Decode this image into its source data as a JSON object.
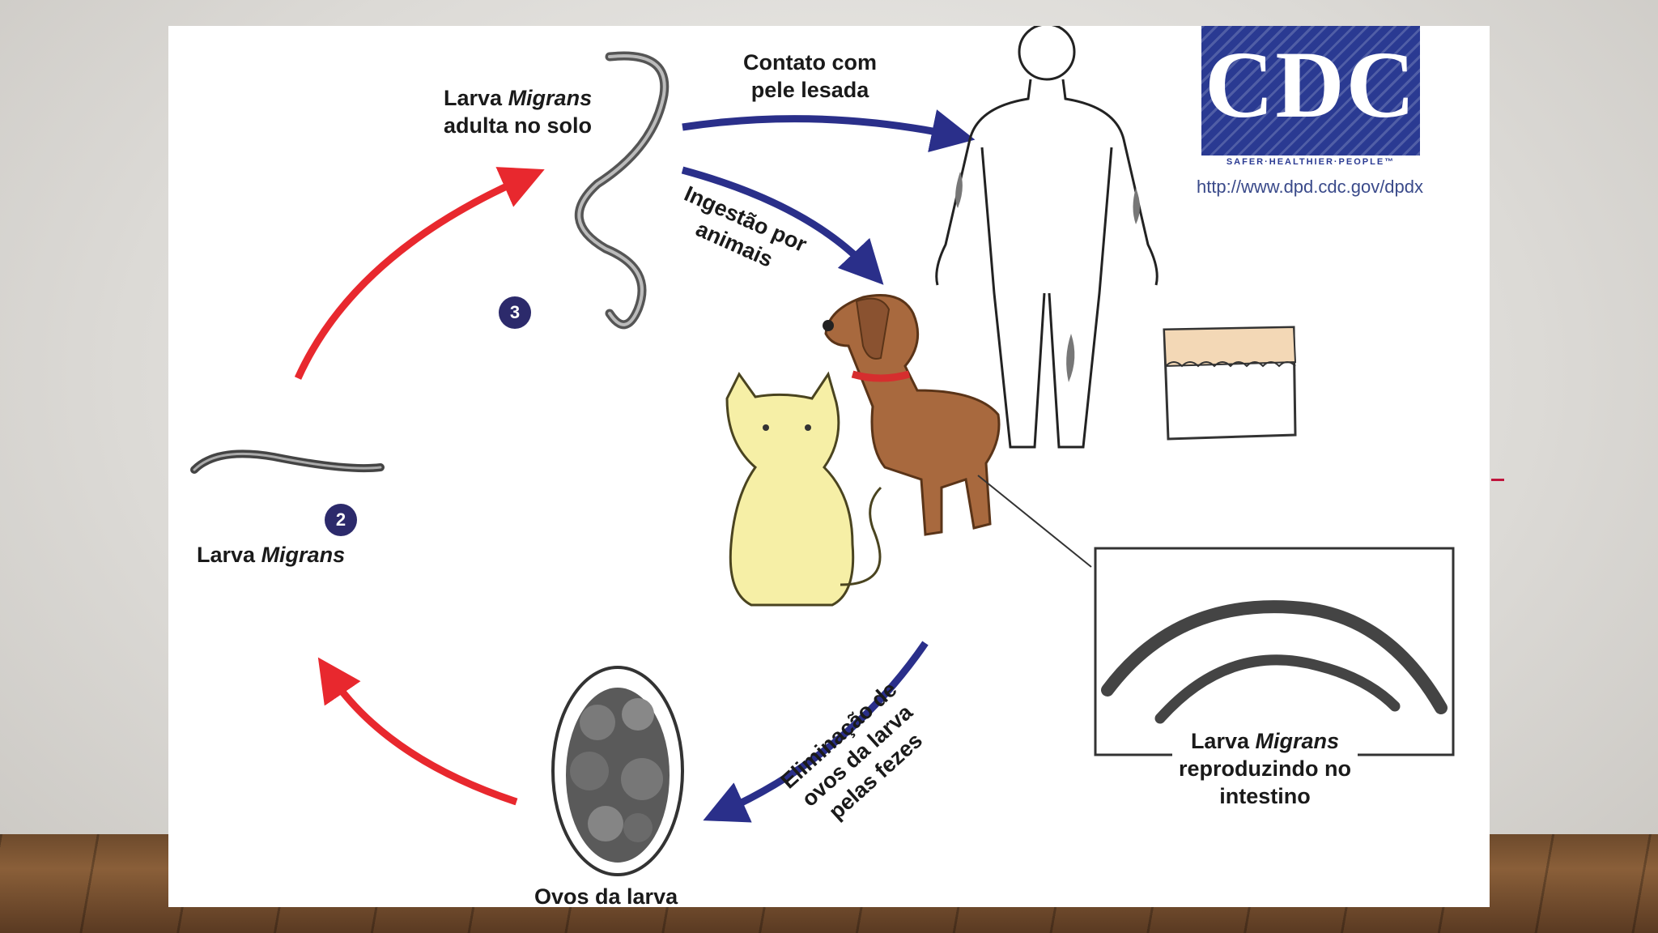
{
  "labels": {
    "adult_in_soil_prefix": "Larva ",
    "adult_in_soil_species": "Migrans",
    "adult_in_soil_suffix": "adulta no solo",
    "contact_line1": "Contato com",
    "contact_line2": "pele lesada",
    "ingestion_line1": "Ingestão por",
    "ingestion_line2": "animais",
    "larva_prefix": "Larva ",
    "larva_species": "Migrans",
    "elimination_line1": "Eliminação de",
    "elimination_line2": "ovos da larva",
    "elimination_line3": "pelas fezes",
    "eggs": "Ovos da larva",
    "intestine_prefix": "Larva ",
    "intestine_species": "Migrans",
    "intestine_line2": "reproduzindo no",
    "intestine_line3": "intestino"
  },
  "steps": {
    "step2": "2",
    "step3": "3"
  },
  "cdc": {
    "logo_text": "CDC",
    "tagline": "SAFER·HEALTHIER·PEOPLE™",
    "url": "http://www.dpd.cdc.gov/dpdx"
  },
  "colors": {
    "red_arrow": "#e8282e",
    "blue_arrow": "#2a2f8a",
    "cdc_blue": "#2a3a92",
    "step_circle": "#2c2a6b",
    "dog": "#a8693e",
    "cat": "#f6efa6"
  }
}
